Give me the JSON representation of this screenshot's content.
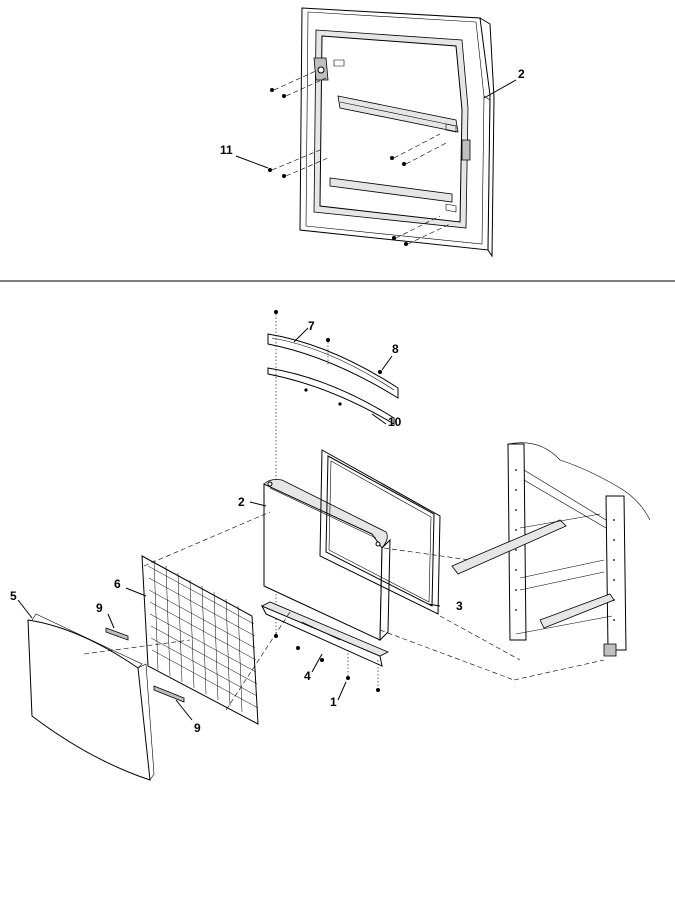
{
  "callouts": {
    "top_door_2": "2",
    "top_screw_11": "11",
    "trim_7": "7",
    "screw_8": "8",
    "trim_10": "10",
    "drawer_front_2": "2",
    "gasket_3": "3",
    "grid_6": "6",
    "panel_5": "5",
    "clip_9_upper": "9",
    "clip_9_lower": "9",
    "bottom_trim_4": "4",
    "screw_1": "1"
  }
}
